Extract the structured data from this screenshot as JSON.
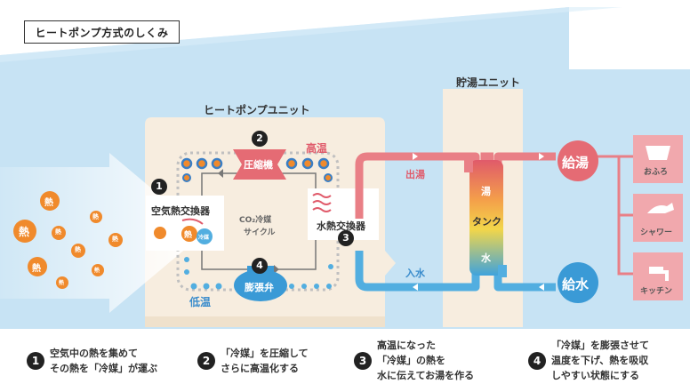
{
  "title": "ヒートポンプ方式のしくみ",
  "storage_unit_label": "貯湯ユニット",
  "heatpump_unit_label": "ヒートポンプユニット",
  "compressor_label": "圧縮機",
  "high_temp_label": "高温",
  "low_temp_label": "低温",
  "air_hx_label": "空気熱交換器",
  "water_hx_label": "水熱交換器",
  "expansion_label": "膨張弁",
  "cycle_line1": "CO₂冷媒",
  "cycle_line2": "サイクル",
  "heat_label": "熱",
  "refrigerant_label": "冷媒",
  "hot_out_label": "出湯",
  "water_in_label": "入水",
  "tank_hot_label": "湯",
  "tank_label": "タンク",
  "tank_water_label": "水",
  "hot_supply_label": "給湯",
  "water_supply_label": "給水",
  "bath_label": "おふろ",
  "shower_label": "シャワー",
  "kitchen_label": "キッチン",
  "badges": [
    "1",
    "2",
    "3",
    "4"
  ],
  "steps": [
    {
      "num": "1",
      "line1": "空気中の熱を集めて",
      "line2": "その熱を「冷媒」が運ぶ",
      "line3": ""
    },
    {
      "num": "2",
      "line1": "「冷媒」を圧縮して",
      "line2": "さらに高温化する",
      "line3": ""
    },
    {
      "num": "3",
      "line1": "高温になった",
      "line2": "「冷媒」の熱を",
      "line3": "水に伝えてお湯を作る"
    },
    {
      "num": "4",
      "line1": "「冷媒」を膨張させて",
      "line2": "温度を下げ、熱を吸収",
      "line3": "しやすい状態にする"
    }
  ],
  "colors": {
    "sky": "#c7e3f4",
    "unit": "#f7eddf",
    "hot_pipe": "#e97f86",
    "cold_pipe": "#52aee0",
    "heat_orange": "#f08a2c",
    "steps_bg": "#e4eed9"
  }
}
